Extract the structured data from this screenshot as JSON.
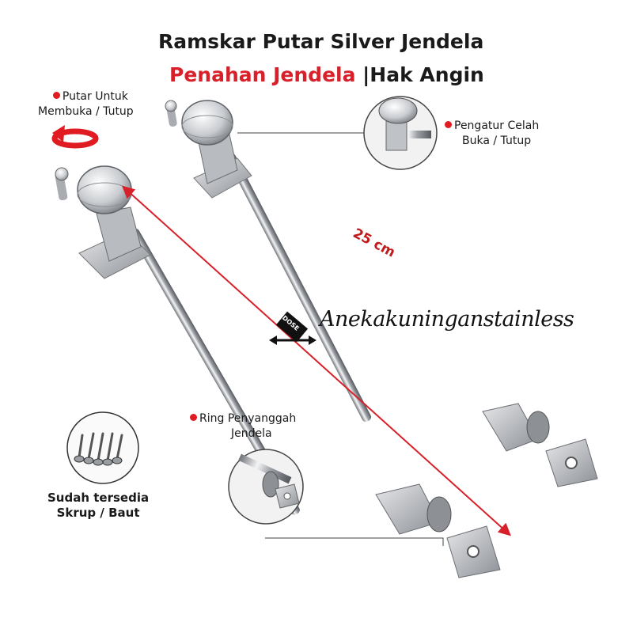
{
  "title": {
    "line1": "Ramskar Putar Silver Jendela",
    "line2_red": "Penahan Jendela",
    "line2_black": " |Hak Angin"
  },
  "callouts": {
    "rotate_line1": "Putar Untuk",
    "rotate_line2": "Membuka / Tutup",
    "gap_line1": "Pengatur Celah",
    "gap_line2": "Buka / Tutup",
    "ring_line1": "Ring Penyanggah",
    "ring_line2": "Jendela",
    "screws_line1": "Sudah tersedia",
    "screws_line2": "Skrup / Baut"
  },
  "dimension_label": "25 cm",
  "badge_text": "DOSE",
  "watermark": "Anekakuninganstainless",
  "colors": {
    "accent_red": "#d8202a",
    "dot_red": "#e01b22",
    "steel": "#b9bcc0"
  },
  "icons": [
    "rotate-arrow-icon",
    "screws-icon",
    "double-arrow-icon"
  ]
}
